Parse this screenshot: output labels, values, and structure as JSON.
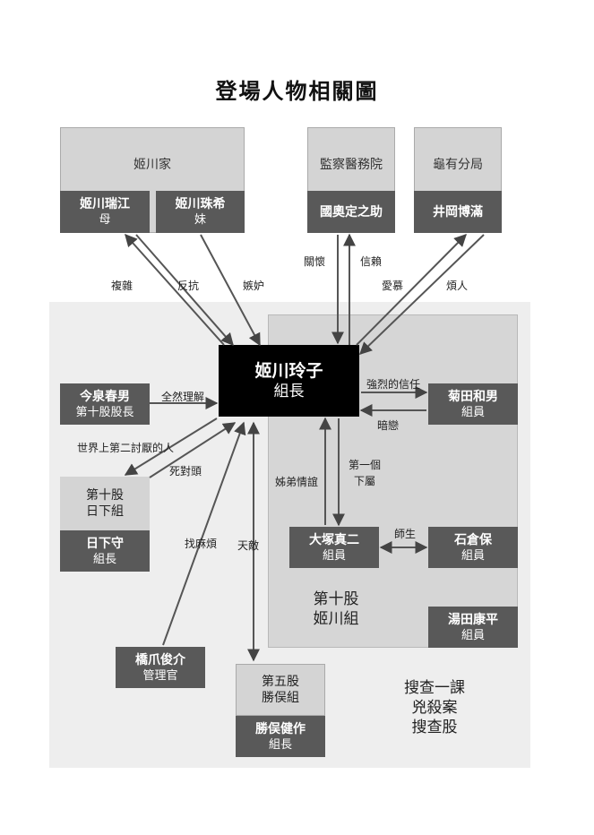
{
  "title": "登場人物相關圖",
  "groups": {
    "himekawa_family": "姬川家",
    "kansatsu": "監察醫務院",
    "kameari": "龜有分局",
    "squad10_b": "第十股\n日下組",
    "squad5": "第五股\n勝俣組",
    "squad10_himekawa": "第十股\n姬川組",
    "division": "搜查一課\n兇殺案\n搜查股"
  },
  "people": {
    "mizue": {
      "name": "姬川瑞江",
      "role": "母"
    },
    "tamaki": {
      "name": "姬川珠希",
      "role": "妹"
    },
    "kuniokuj": {
      "name": "國奧定之助",
      "role": ""
    },
    "ioka": {
      "name": "井岡博滿",
      "role": ""
    },
    "reiko": {
      "name": "姬川玲子",
      "role": "組長"
    },
    "imaizumi": {
      "name": "今泉春男",
      "role": "第十股股長"
    },
    "kusaka": {
      "name": "日下守",
      "role": "組長"
    },
    "kikuta": {
      "name": "菊田和男",
      "role": "組員"
    },
    "otsuka": {
      "name": "大塚真二",
      "role": "組員"
    },
    "ishikura": {
      "name": "石倉保",
      "role": "組員"
    },
    "yuda": {
      "name": "湯田康平",
      "role": "組員"
    },
    "hashizume": {
      "name": "橋爪俊介",
      "role": "管理官"
    },
    "katsumata": {
      "name": "勝俣健作",
      "role": "組長"
    }
  },
  "relations": {
    "fukuzatsu": "複雜",
    "hankou": "反抗",
    "shitto": "嫉妒",
    "kankai": "關懷",
    "shinrai": "信賴",
    "aibo": "愛慕",
    "hanjin": "煩人",
    "zenzen": "全然理解",
    "sekai": "世界上第二討厭的人",
    "shitai": "死對頭",
    "kyoretsu": "強烈的信任",
    "anren": "暗戀",
    "daiikko": "第一個\n下屬",
    "shitei": "姊弟情誼",
    "shisei": "師生",
    "sagashi": "找麻煩",
    "tenteki": "天敵"
  }
}
